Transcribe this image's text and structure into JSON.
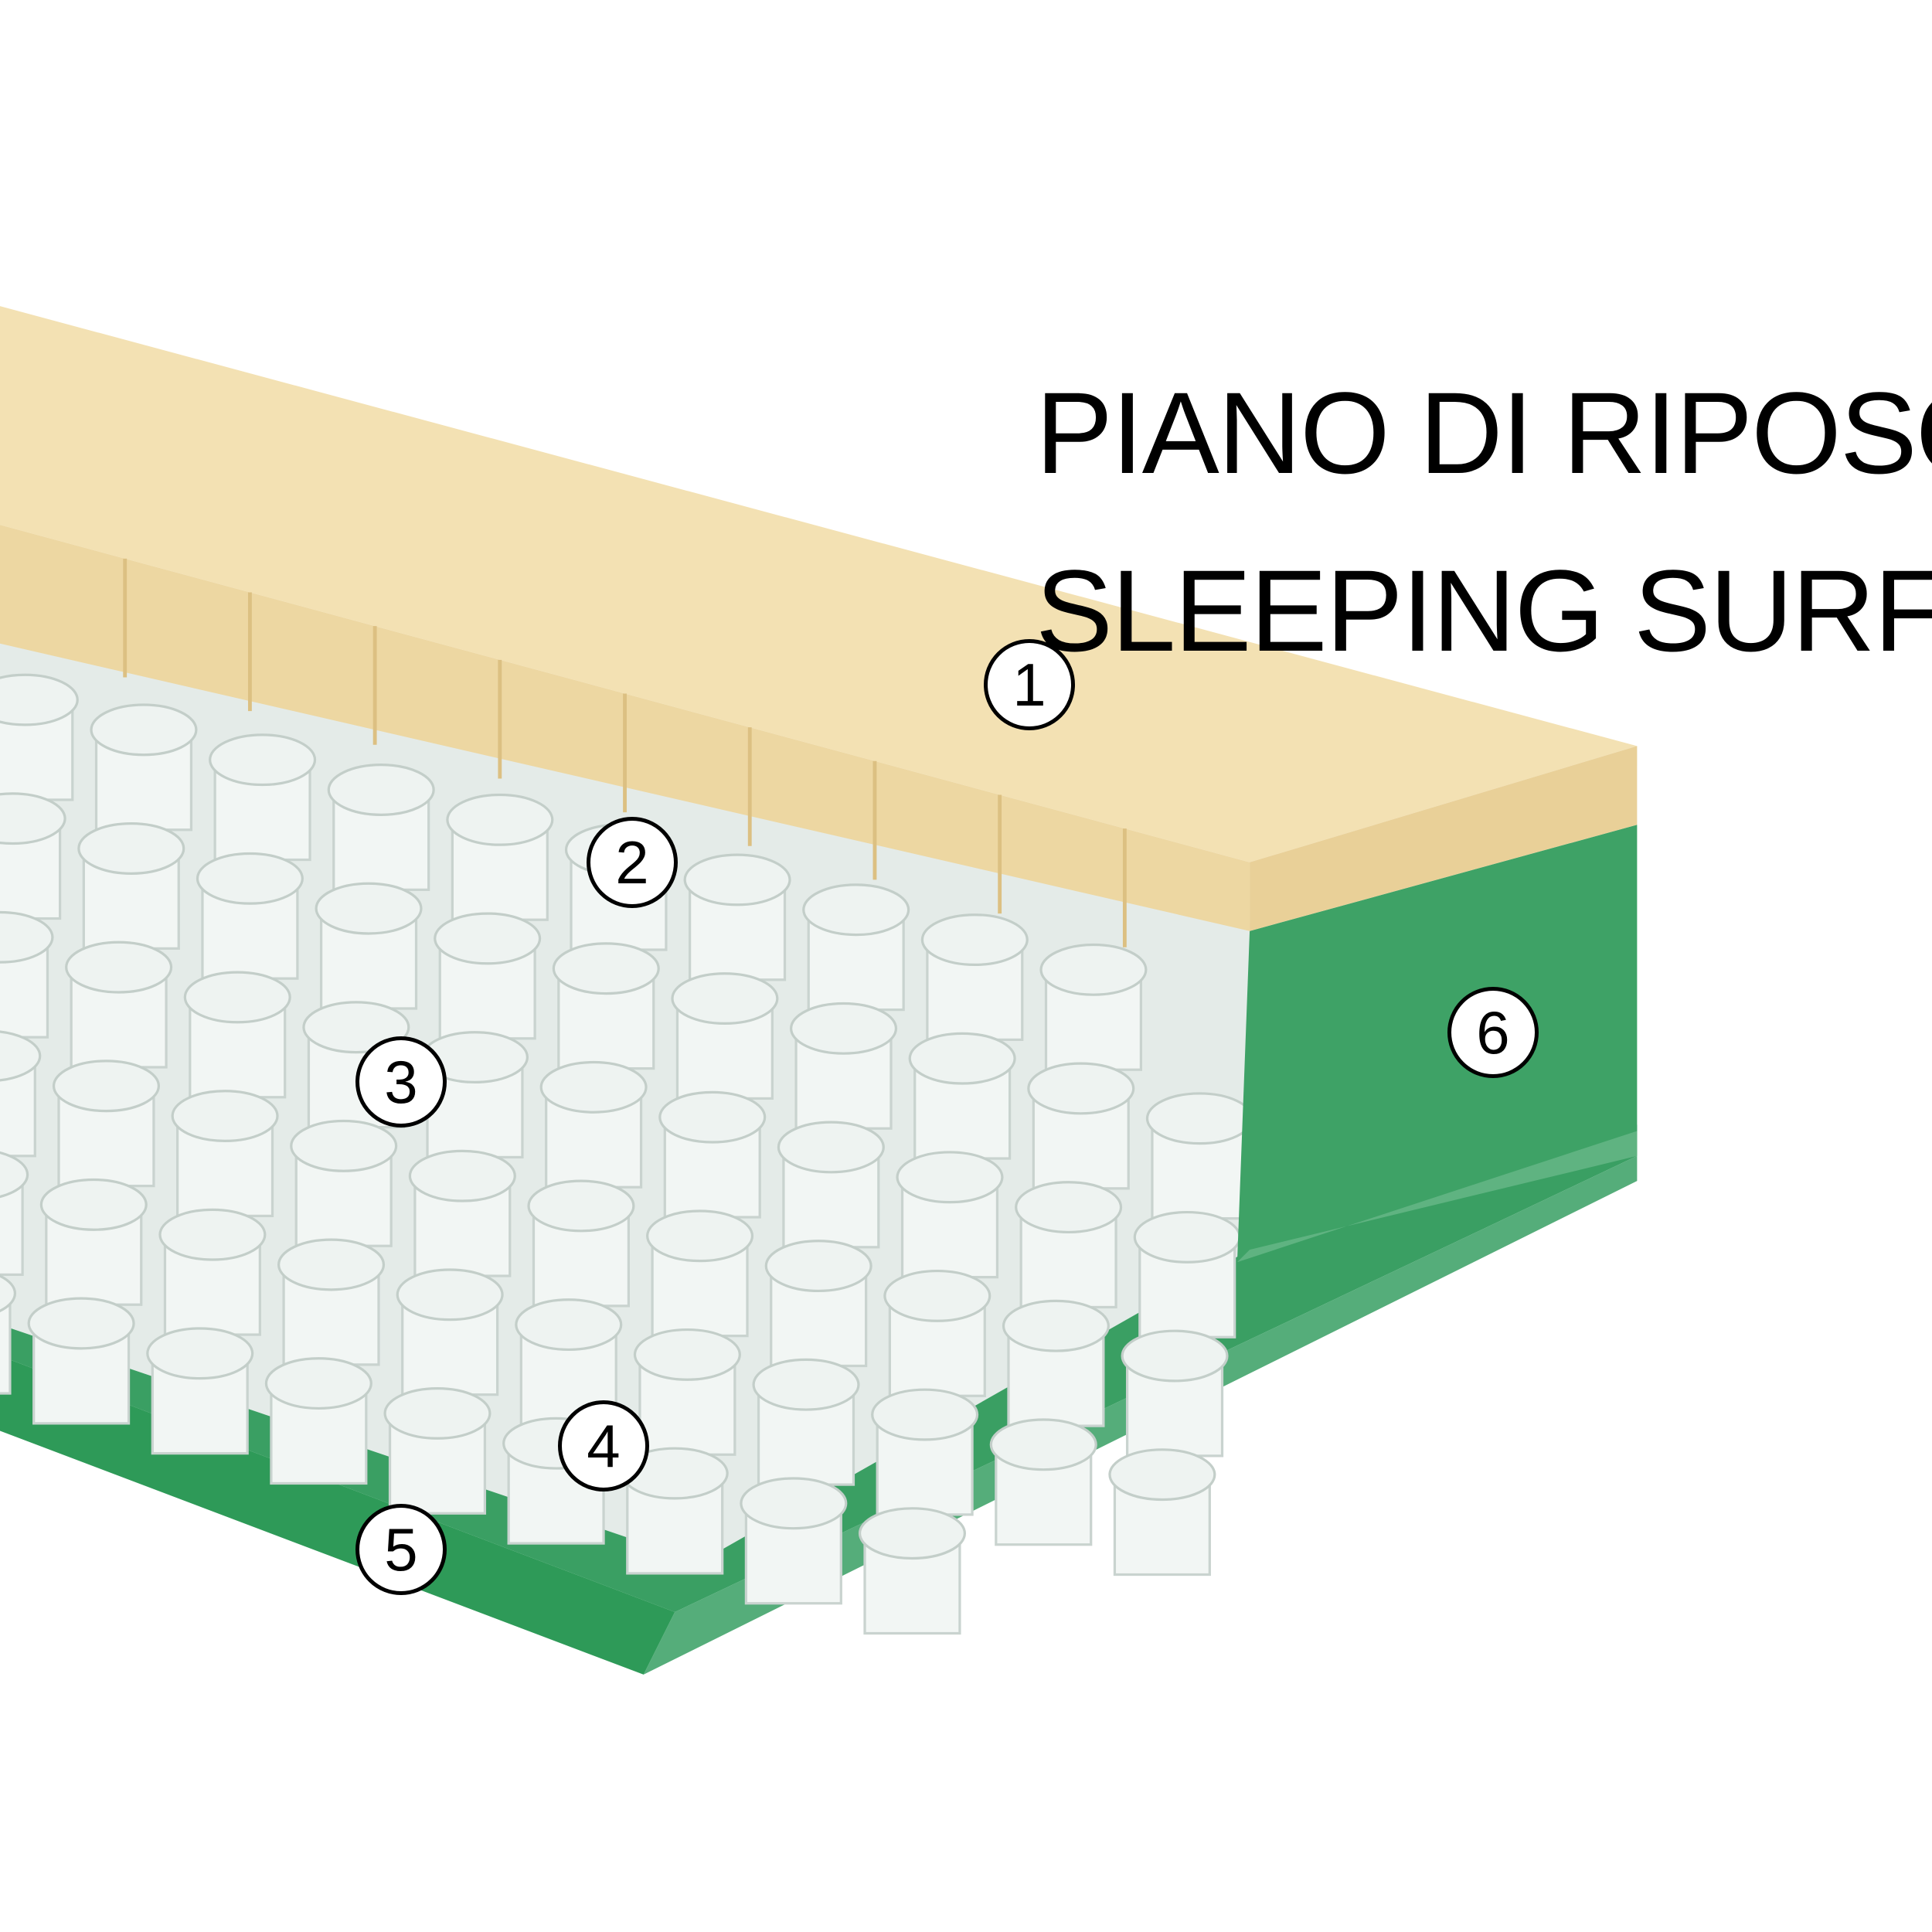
{
  "title": {
    "line1": "PIANO DI RIPOSO",
    "line2": "SLEEPING SURFACE"
  },
  "labels": [
    "1",
    "2",
    "3",
    "4",
    "5",
    "6"
  ],
  "colors": {
    "latex": "#f2dfb0",
    "latex_side": "#ead29c",
    "foam_green": "#2f9b5c",
    "foam_green_light": "#5cb07e",
    "springs": "#e4ebe8"
  }
}
